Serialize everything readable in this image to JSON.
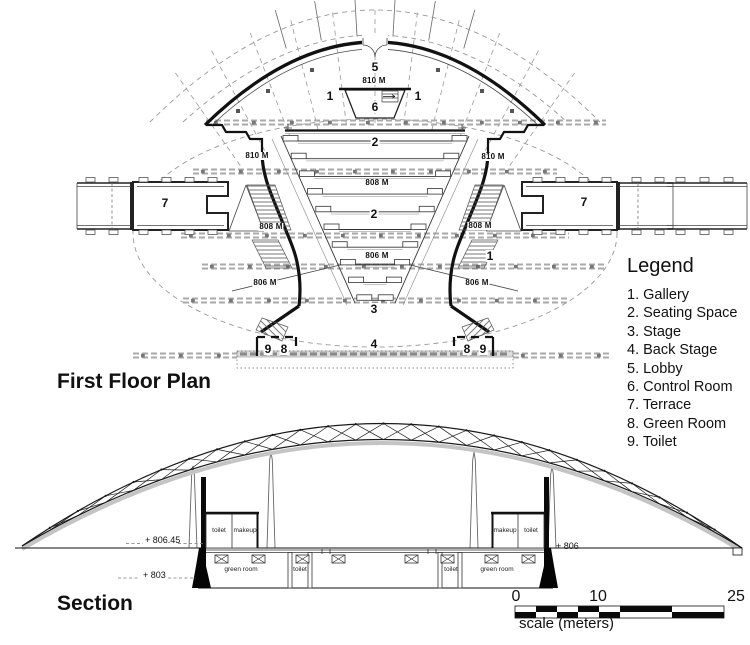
{
  "palette": {
    "line": "#111111",
    "track_gray": "#9a9a9a",
    "hatch_gray": "#555555"
  },
  "plan": {
    "caption": "First Floor Plan",
    "room_numbers": {
      "lobby": "5",
      "gallery_left": "1",
      "gallery_right": "1",
      "control_room": "6",
      "seating_upper": "2",
      "seating_lower": "2",
      "stage": "3",
      "back_stage": "4",
      "gallery_lower": "1",
      "toilet_left": "9",
      "green_room_left": "8",
      "green_room_right": "8",
      "toilet_right": "9",
      "terrace_left": "7",
      "terrace_right": "7"
    },
    "levels": {
      "lobby": "810 M",
      "upper_left": "810 M",
      "upper_right": "810 M",
      "mid_center": "808 M",
      "mid_left": "808 M",
      "mid_right": "808 M",
      "low_center": "806 M",
      "low_left": "806 M",
      "low_right": "806 M"
    }
  },
  "legend": {
    "title": "Legend",
    "items": [
      "1. Gallery",
      "2. Seating Space",
      "3. Stage",
      "4. Back Stage",
      "5. Lobby",
      "6. Control Room",
      "7. Terrace",
      "8. Green Room",
      "9. Toilet"
    ]
  },
  "section": {
    "caption": "Section",
    "levels": {
      "upper_left": "+ 806.45",
      "lower_left": "+ 803",
      "right": "+ 806"
    },
    "rooms": {
      "upper_left_toilet": "toilet",
      "upper_left_makeup": "makeup",
      "upper_right_makeup": "makeup",
      "upper_right_toilet": "toilet",
      "lower_left_green": "green room",
      "lower_left_toilet": "toilet",
      "lower_right_toilet": "toilet",
      "lower_right_green": "green room"
    }
  },
  "scale_bar": {
    "zero": "0",
    "ten": "10",
    "twentyfive": "25",
    "caption": "scale (meters)"
  }
}
